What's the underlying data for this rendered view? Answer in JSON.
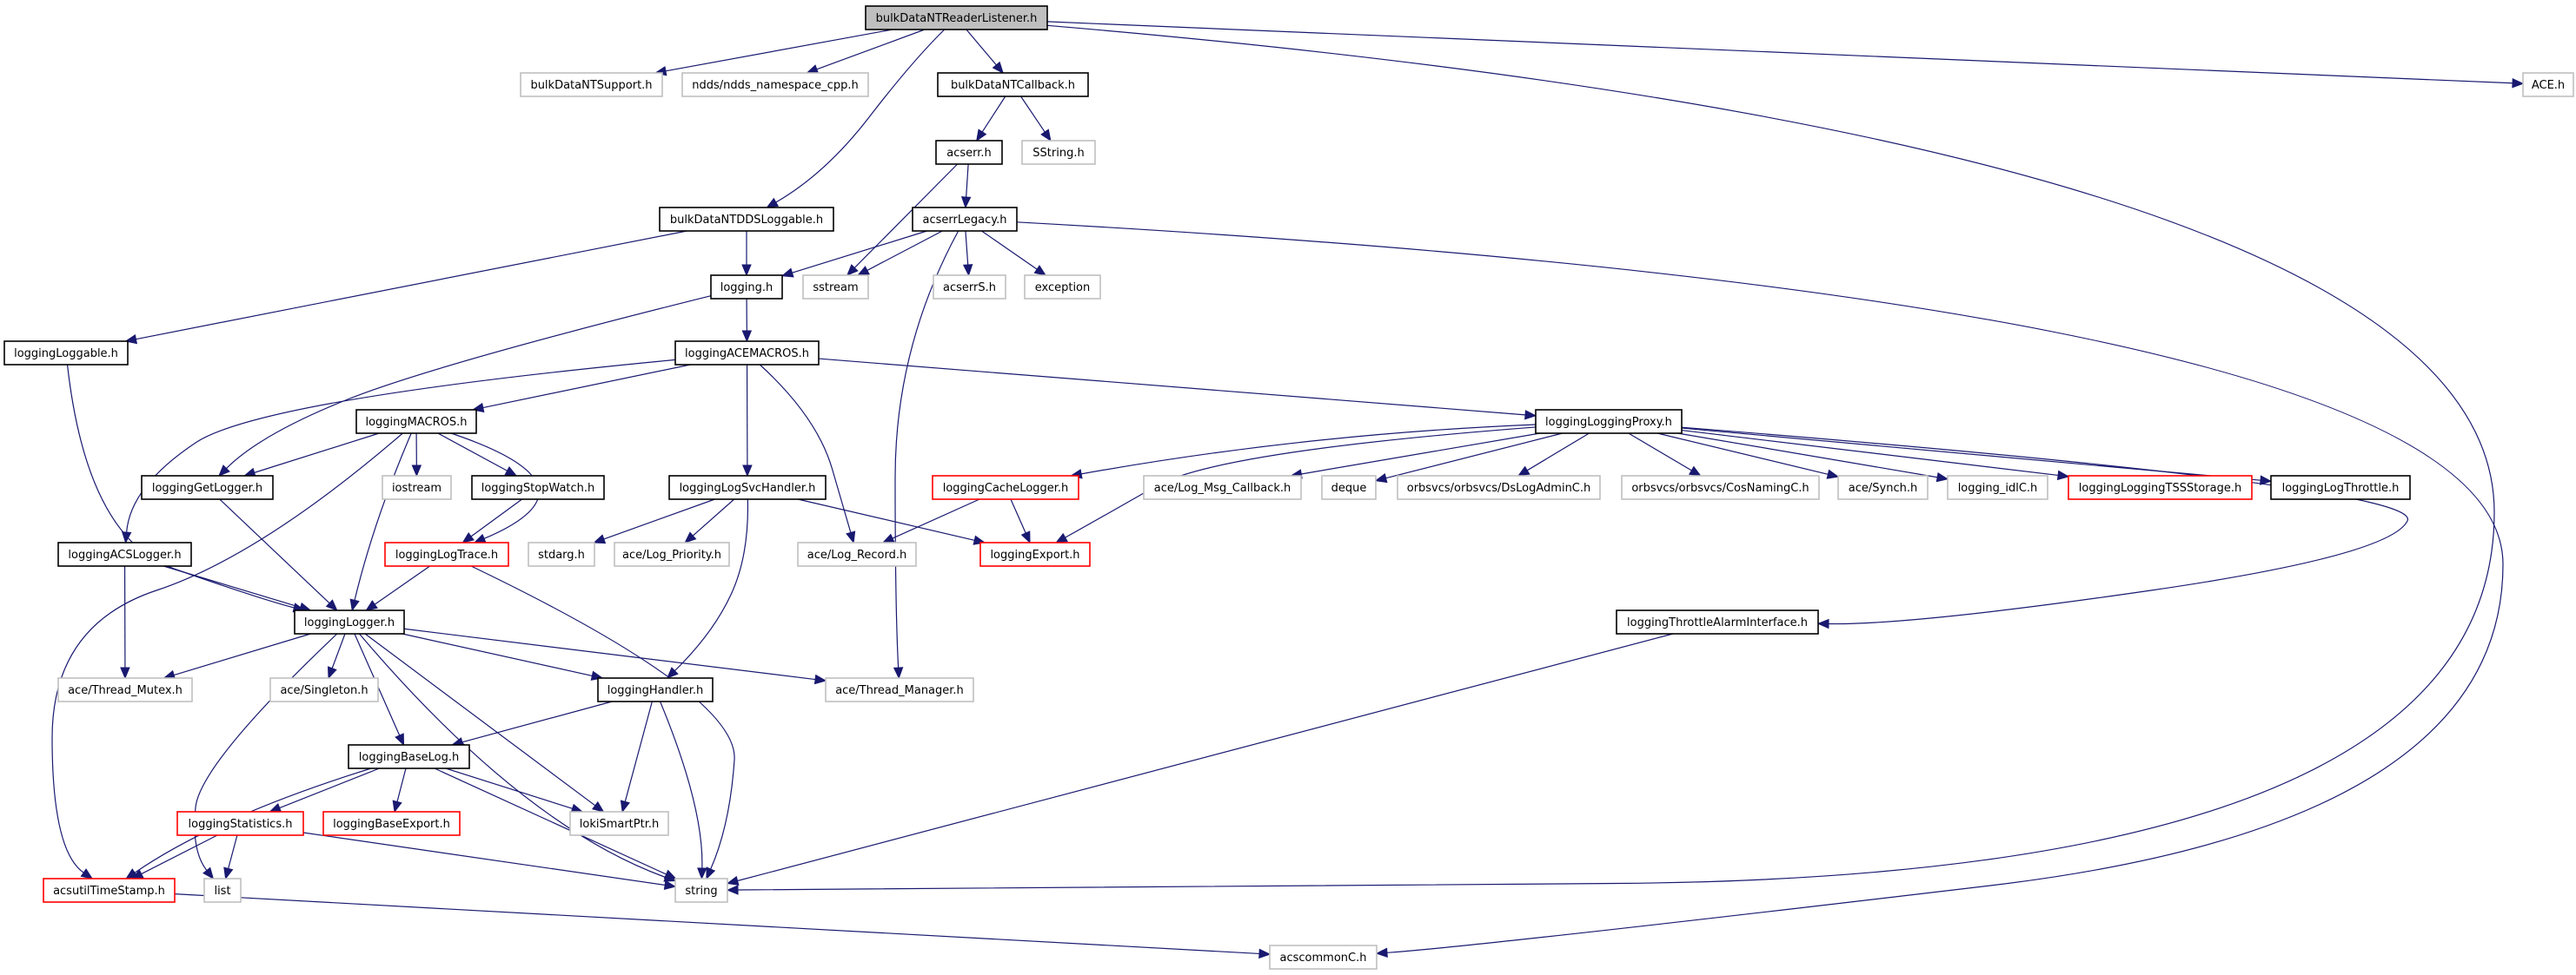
{
  "diagram": {
    "title": "bulkDataNTReaderListener.h",
    "colors": {
      "edge": "#191970",
      "root_fill": "#bfbfbf",
      "documented_border": "#000000",
      "external_border": "#bfbfbf",
      "incomplete_border": "#ff0000"
    },
    "nodes": [
      {
        "id": "root",
        "label": "bulkDataNTReaderListener.h",
        "kind": "root"
      },
      {
        "id": "support",
        "label": "bulkDataNTSupport.h",
        "kind": "external"
      },
      {
        "id": "ndds",
        "label": "ndds/ndds_namespace_cpp.h",
        "kind": "external"
      },
      {
        "id": "callback",
        "label": "bulkDataNTCallback.h",
        "kind": "documented"
      },
      {
        "id": "ace",
        "label": "ACE.h",
        "kind": "external"
      },
      {
        "id": "acserr",
        "label": "acserr.h",
        "kind": "documented"
      },
      {
        "id": "sstring",
        "label": "SString.h",
        "kind": "external"
      },
      {
        "id": "ddsloggable",
        "label": "bulkDataNTDDSLoggable.h",
        "kind": "documented"
      },
      {
        "id": "acserrlegacy",
        "label": "acserrLegacy.h",
        "kind": "documented"
      },
      {
        "id": "logging",
        "label": "logging.h",
        "kind": "documented"
      },
      {
        "id": "sstream",
        "label": "sstream",
        "kind": "external"
      },
      {
        "id": "acserrs",
        "label": "acserrS.h",
        "kind": "external"
      },
      {
        "id": "exception",
        "label": "exception",
        "kind": "external"
      },
      {
        "id": "loggable",
        "label": "loggingLoggable.h",
        "kind": "documented"
      },
      {
        "id": "acemacros",
        "label": "loggingACEMACROS.h",
        "kind": "documented"
      },
      {
        "id": "macros",
        "label": "loggingMACROS.h",
        "kind": "documented"
      },
      {
        "id": "proxy",
        "label": "loggingLoggingProxy.h",
        "kind": "documented"
      },
      {
        "id": "getlogger",
        "label": "loggingGetLogger.h",
        "kind": "documented"
      },
      {
        "id": "iostream",
        "label": "iostream",
        "kind": "external"
      },
      {
        "id": "stopwatch",
        "label": "loggingStopWatch.h",
        "kind": "documented"
      },
      {
        "id": "svchandler",
        "label": "loggingLogSvcHandler.h",
        "kind": "documented"
      },
      {
        "id": "cachelogger",
        "label": "loggingCacheLogger.h",
        "kind": "incomplete"
      },
      {
        "id": "logmsgcb",
        "label": "ace/Log_Msg_Callback.h",
        "kind": "external"
      },
      {
        "id": "deque",
        "label": "deque",
        "kind": "external"
      },
      {
        "id": "dslog",
        "label": "orbsvcs/orbsvcs/DsLogAdminC.h",
        "kind": "external"
      },
      {
        "id": "cosnaming",
        "label": "orbsvcs/orbsvcs/CosNamingC.h",
        "kind": "external"
      },
      {
        "id": "synch",
        "label": "ace/Synch.h",
        "kind": "external"
      },
      {
        "id": "idlc",
        "label": "logging_idlC.h",
        "kind": "external"
      },
      {
        "id": "tss",
        "label": "loggingLoggingTSSStorage.h",
        "kind": "incomplete"
      },
      {
        "id": "throttle",
        "label": "loggingLogThrottle.h",
        "kind": "documented"
      },
      {
        "id": "acslogger",
        "label": "loggingACSLogger.h",
        "kind": "documented"
      },
      {
        "id": "logtrace",
        "label": "loggingLogTrace.h",
        "kind": "incomplete"
      },
      {
        "id": "stdarg",
        "label": "stdarg.h",
        "kind": "external"
      },
      {
        "id": "logpriority",
        "label": "ace/Log_Priority.h",
        "kind": "external"
      },
      {
        "id": "logrecord",
        "label": "ace/Log_Record.h",
        "kind": "external"
      },
      {
        "id": "export",
        "label": "loggingExport.h",
        "kind": "incomplete"
      },
      {
        "id": "logger",
        "label": "loggingLogger.h",
        "kind": "documented"
      },
      {
        "id": "alarm",
        "label": "loggingThrottleAlarmInterface.h",
        "kind": "documented"
      },
      {
        "id": "mutex",
        "label": "ace/Thread_Mutex.h",
        "kind": "external"
      },
      {
        "id": "singleton",
        "label": "ace/Singleton.h",
        "kind": "external"
      },
      {
        "id": "handler",
        "label": "loggingHandler.h",
        "kind": "documented"
      },
      {
        "id": "threadmgr",
        "label": "ace/Thread_Manager.h",
        "kind": "external"
      },
      {
        "id": "baselog",
        "label": "loggingBaseLog.h",
        "kind": "documented"
      },
      {
        "id": "statistics",
        "label": "loggingStatistics.h",
        "kind": "incomplete"
      },
      {
        "id": "baseexport",
        "label": "loggingBaseExport.h",
        "kind": "incomplete"
      },
      {
        "id": "loki",
        "label": "lokiSmartPtr.h",
        "kind": "external"
      },
      {
        "id": "timestamp",
        "label": "acsutilTimeStamp.h",
        "kind": "incomplete"
      },
      {
        "id": "list",
        "label": "list",
        "kind": "external"
      },
      {
        "id": "string",
        "label": "string",
        "kind": "external"
      },
      {
        "id": "acscommon",
        "label": "acscommonC.h",
        "kind": "external"
      }
    ],
    "edges": [
      [
        "root",
        "support"
      ],
      [
        "root",
        "ndds"
      ],
      [
        "root",
        "callback"
      ],
      [
        "root",
        "ace"
      ],
      [
        "root",
        "ddsloggable"
      ],
      [
        "root",
        "string"
      ],
      [
        "callback",
        "acserr"
      ],
      [
        "callback",
        "sstring"
      ],
      [
        "acserr",
        "acserrlegacy"
      ],
      [
        "acserr",
        "sstream"
      ],
      [
        "acserrlegacy",
        "logging"
      ],
      [
        "acserrlegacy",
        "sstream"
      ],
      [
        "acserrlegacy",
        "acserrs"
      ],
      [
        "acserrlegacy",
        "exception"
      ],
      [
        "acserrlegacy",
        "threadmgr"
      ],
      [
        "acserrlegacy",
        "acscommon"
      ],
      [
        "ddsloggable",
        "logging"
      ],
      [
        "ddsloggable",
        "loggable"
      ],
      [
        "logging",
        "acemacros"
      ],
      [
        "logging",
        "getlogger"
      ],
      [
        "loggable",
        "logger"
      ],
      [
        "acemacros",
        "macros"
      ],
      [
        "acemacros",
        "proxy"
      ],
      [
        "acemacros",
        "svchandler"
      ],
      [
        "acemacros",
        "acslogger"
      ],
      [
        "acemacros",
        "logrecord"
      ],
      [
        "macros",
        "getlogger"
      ],
      [
        "macros",
        "iostream"
      ],
      [
        "macros",
        "stopwatch"
      ],
      [
        "macros",
        "logtrace"
      ],
      [
        "macros",
        "logger"
      ],
      [
        "macros",
        "timestamp"
      ],
      [
        "getlogger",
        "logger"
      ],
      [
        "stopwatch",
        "logtrace"
      ],
      [
        "svchandler",
        "stdarg"
      ],
      [
        "svchandler",
        "logpriority"
      ],
      [
        "svchandler",
        "export"
      ],
      [
        "svchandler",
        "handler"
      ],
      [
        "proxy",
        "cachelogger"
      ],
      [
        "proxy",
        "logmsgcb"
      ],
      [
        "proxy",
        "deque"
      ],
      [
        "proxy",
        "dslog"
      ],
      [
        "proxy",
        "cosnaming"
      ],
      [
        "proxy",
        "synch"
      ],
      [
        "proxy",
        "idlc"
      ],
      [
        "proxy",
        "tss"
      ],
      [
        "proxy",
        "throttle"
      ],
      [
        "proxy",
        "export"
      ],
      [
        "proxy",
        "alarm"
      ],
      [
        "cachelogger",
        "logrecord"
      ],
      [
        "cachelogger",
        "export"
      ],
      [
        "acslogger",
        "logger"
      ],
      [
        "acslogger",
        "mutex"
      ],
      [
        "logtrace",
        "logger"
      ],
      [
        "logtrace",
        "string"
      ],
      [
        "alarm",
        "string"
      ],
      [
        "logger",
        "mutex"
      ],
      [
        "logger",
        "singleton"
      ],
      [
        "logger",
        "handler"
      ],
      [
        "logger",
        "threadmgr"
      ],
      [
        "logger",
        "baselog"
      ],
      [
        "logger",
        "loki"
      ],
      [
        "logger",
        "string"
      ],
      [
        "logger",
        "list"
      ],
      [
        "handler",
        "baselog"
      ],
      [
        "handler",
        "loki"
      ],
      [
        "handler",
        "string"
      ],
      [
        "baselog",
        "statistics"
      ],
      [
        "baselog",
        "baseexport"
      ],
      [
        "baselog",
        "loki"
      ],
      [
        "baselog",
        "string"
      ],
      [
        "baselog",
        "timestamp"
      ],
      [
        "statistics",
        "timestamp"
      ],
      [
        "statistics",
        "list"
      ],
      [
        "statistics",
        "string"
      ],
      [
        "timestamp",
        "acscommon"
      ]
    ]
  }
}
